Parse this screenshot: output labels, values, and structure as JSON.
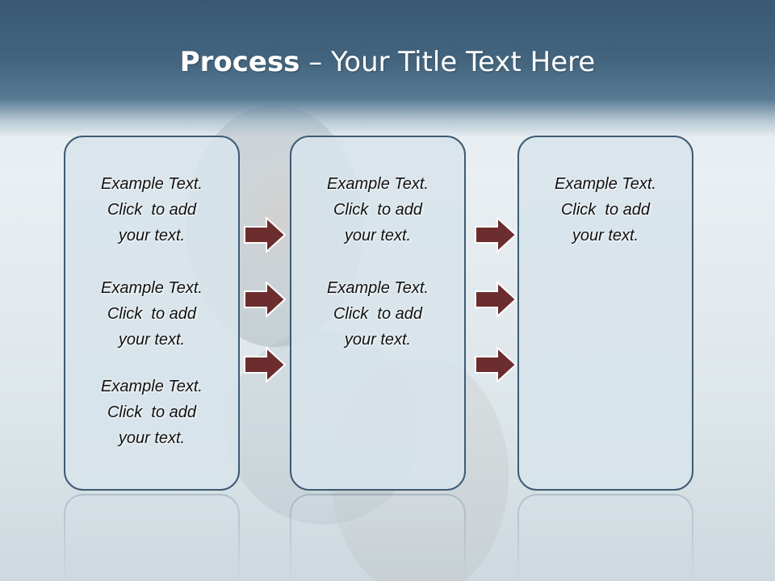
{
  "title": {
    "bold": "Process",
    "rest": " – Your Title Text Here"
  },
  "columns": [
    {
      "blocks": [
        {
          "lines": [
            "Example Text.",
            "Click  to add",
            "your text."
          ]
        },
        {
          "lines": [
            "Example Text.",
            "Click  to add",
            "your text."
          ]
        },
        {
          "lines": [
            "Example Text.",
            "Click  to add",
            "your text."
          ]
        }
      ]
    },
    {
      "blocks": [
        {
          "lines": [
            "Example Text.",
            "Click  to add",
            "your text."
          ]
        },
        {
          "lines": [
            "Example Text.",
            "Click  to add",
            "your text."
          ]
        }
      ]
    },
    {
      "blocks": [
        {
          "lines": [
            "Example Text.",
            "Click  to add",
            "your text."
          ]
        }
      ]
    }
  ],
  "colors": {
    "header": "#44657f",
    "box_border": "#3e5a74",
    "box_fill": "#d7e4eb",
    "arrow_fill": "#6b2d2d"
  }
}
